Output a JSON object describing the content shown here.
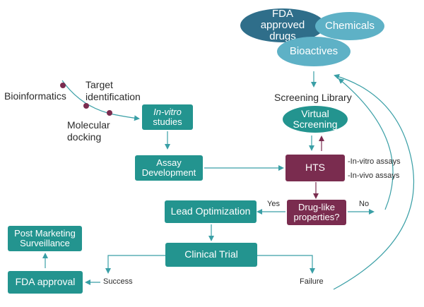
{
  "sources": {
    "fda_approved_drugs": "FDA approved drugs",
    "chemicals": "Chemicals",
    "bioactives": "Bioactives"
  },
  "screening_library": "Screening Library",
  "virtual_screening": "Virtual Screening",
  "hts": "HTS",
  "hts_assays": [
    "-In-vitro assays",
    "-In-vivo assays"
  ],
  "drug_like": "Drug-like properties?",
  "yes_label": "Yes",
  "no_label": "No",
  "bioinformatics": "Bioinformatics",
  "target_identification": "Target identification",
  "molecular_docking": "Molecular docking",
  "in_vitro_studies": {
    "italic": "In-vitro",
    "rest": "studies"
  },
  "assay_development": "Assay Development",
  "lead_optimization": "Lead Optimization",
  "clinical_trial": "Clinical Trial",
  "post_marketing": "Post Marketing Surveillance",
  "fda_approval": "FDA approval",
  "success_label": "Success",
  "failure_label": "Failure",
  "colors": {
    "teal": "#23948f",
    "maroon": "#7a2c4f",
    "dark_ellipse": "#2f6e8a",
    "light_ellipse": "#5eb1c6",
    "arrow": "#3a9fa6"
  }
}
